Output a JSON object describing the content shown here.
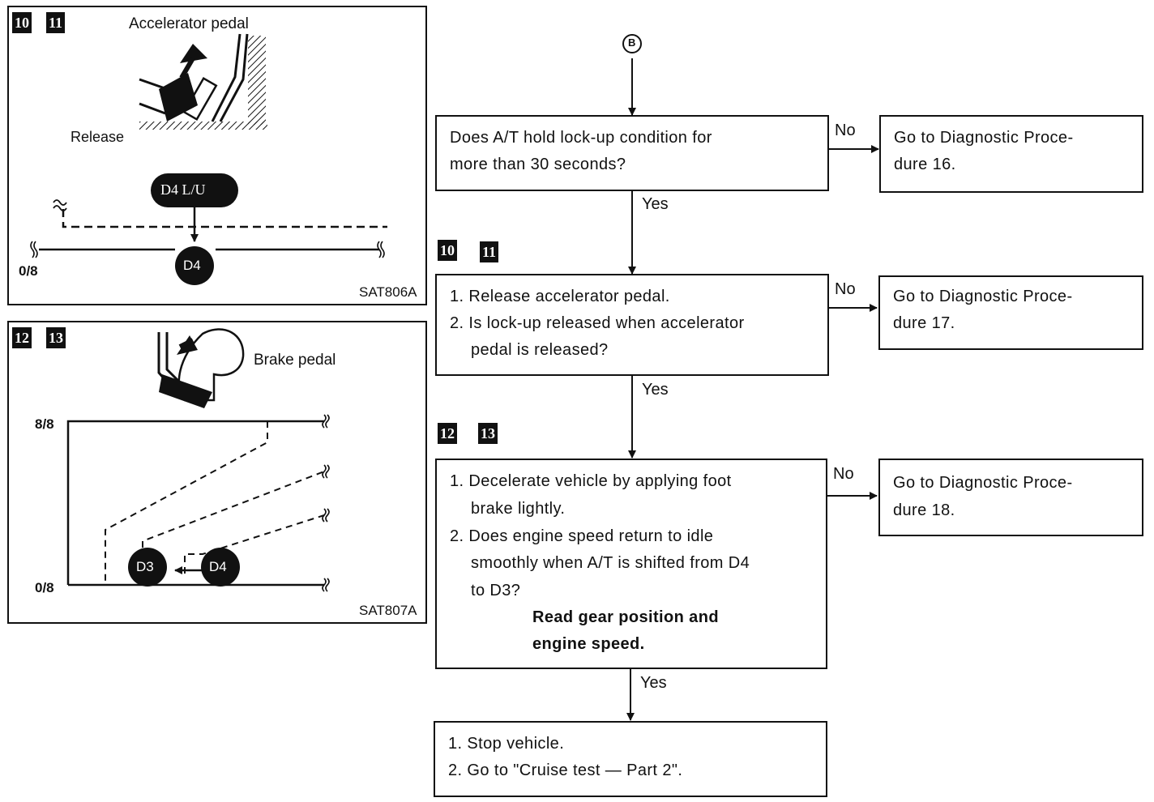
{
  "connector_label": "B",
  "panel1": {
    "steps": [
      "10",
      "11"
    ],
    "accelerator_label": "Accelerator pedal",
    "release_label": "Release",
    "d4_lu_label": "D4 L/U",
    "d4_label": "D4",
    "axis_label": "0/8",
    "code": "SAT806A"
  },
  "panel2": {
    "steps": [
      "12",
      "13"
    ],
    "brake_label": "Brake pedal",
    "axis_top": "8/8",
    "axis_bottom": "0/8",
    "d3_label": "D3",
    "d4_label": "D4",
    "code": "SAT807A"
  },
  "flow": {
    "box1": {
      "lines": [
        "Does A/T hold lock-up condition for",
        "more than 30 seconds?"
      ],
      "no_label": "No",
      "yes_label": "Yes",
      "result_lines": [
        "Go to Diagnostic Proce-",
        "dure 16."
      ]
    },
    "steps_b": [
      "10",
      "11"
    ],
    "box2": {
      "lines": [
        "1. Release accelerator pedal.",
        "2. Is lock-up released when accelerator",
        "pedal is released?"
      ],
      "no_label": "No",
      "yes_label": "Yes",
      "result_lines": [
        "Go to Diagnostic Proce-",
        "dure 17."
      ]
    },
    "steps_c": [
      "12",
      "13"
    ],
    "box3": {
      "lines": [
        "1. Decelerate vehicle by applying foot",
        "brake lightly.",
        "2. Does engine speed return to idle",
        "smoothly when A/T is shifted from D4",
        "to D3?"
      ],
      "note_lines": [
        "Read gear position and",
        "engine speed."
      ],
      "no_label": "No",
      "yes_label": "Yes",
      "result_lines": [
        "Go to Diagnostic Proce-",
        "dure 18."
      ]
    },
    "box4": {
      "lines": [
        "1. Stop vehicle.",
        "2. Go to \"Cruise test — Part 2\"."
      ]
    }
  }
}
